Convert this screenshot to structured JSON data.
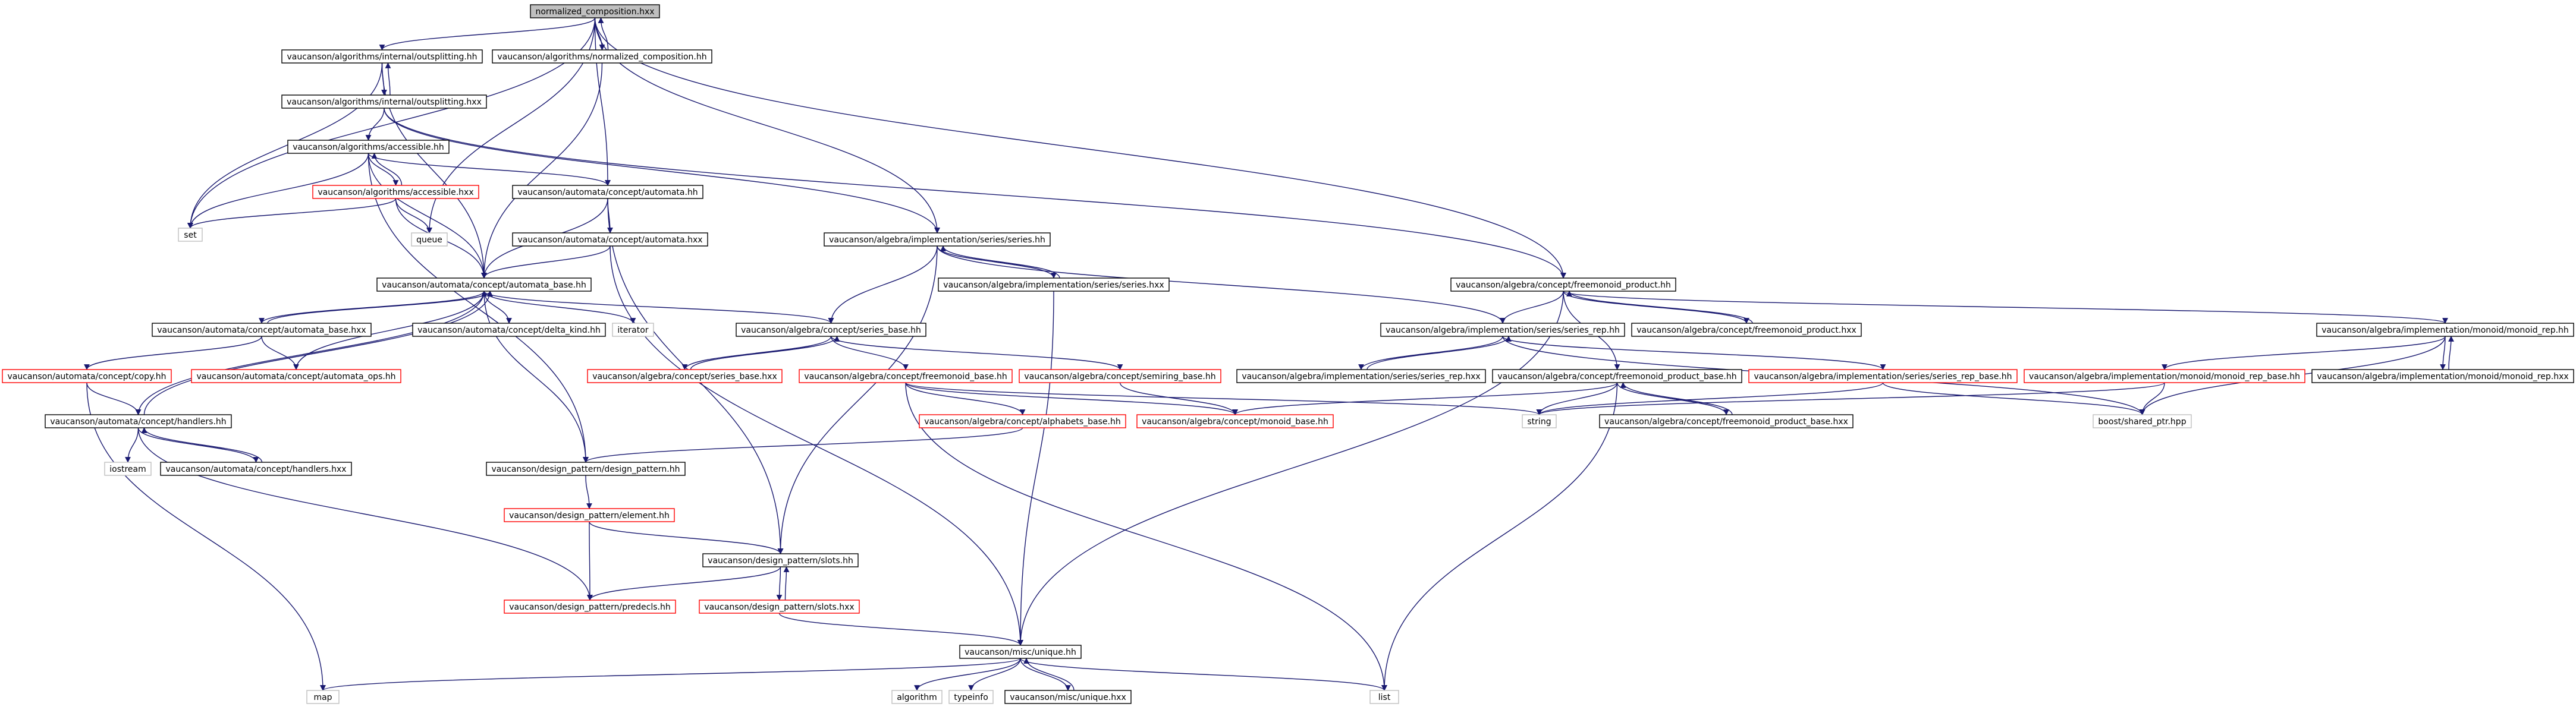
{
  "diagram": {
    "colors": {
      "edge": "#191970",
      "normal_border": "#000000",
      "truncated_border": "#ff0000",
      "system_border": "#bfbfbf",
      "root_fill": "#bfbfbf",
      "background": "#ffffff"
    },
    "nodes": [
      {
        "id": "root",
        "label": "normalized_composition.hxx",
        "kind": "root"
      },
      {
        "id": "outsplit_hh",
        "label": "vaucanson/algorithms/internal/outsplitting.hh",
        "kind": "normal"
      },
      {
        "id": "normcomp_hh",
        "label": "vaucanson/algorithms/normalized_composition.hh",
        "kind": "normal"
      },
      {
        "id": "outsplit_hxx",
        "label": "vaucanson/algorithms/internal/outsplitting.hxx",
        "kind": "normal"
      },
      {
        "id": "accessible_hh",
        "label": "vaucanson/algorithms/accessible.hh",
        "kind": "normal"
      },
      {
        "id": "accessible_hxx",
        "label": "vaucanson/algorithms/accessible.hxx",
        "kind": "truncated"
      },
      {
        "id": "set",
        "label": "set",
        "kind": "system"
      },
      {
        "id": "queue",
        "label": "queue",
        "kind": "system"
      },
      {
        "id": "automata_hh",
        "label": "vaucanson/automata/concept/automata.hh",
        "kind": "normal"
      },
      {
        "id": "automata_hxx",
        "label": "vaucanson/automata/concept/automata.hxx",
        "kind": "normal"
      },
      {
        "id": "automata_base_hh",
        "label": "vaucanson/automata/concept/automata_base.hh",
        "kind": "normal"
      },
      {
        "id": "automata_base_hxx",
        "label": "vaucanson/automata/concept/automata_base.hxx",
        "kind": "normal"
      },
      {
        "id": "delta_kind",
        "label": "vaucanson/automata/concept/delta_kind.hh",
        "kind": "normal"
      },
      {
        "id": "iterator",
        "label": "iterator",
        "kind": "system"
      },
      {
        "id": "copy_hh",
        "label": "vaucanson/automata/concept/copy.hh",
        "kind": "truncated"
      },
      {
        "id": "automata_ops_hh",
        "label": "vaucanson/automata/concept/automata_ops.hh",
        "kind": "truncated"
      },
      {
        "id": "handlers_hh",
        "label": "vaucanson/automata/concept/handlers.hh",
        "kind": "normal"
      },
      {
        "id": "handlers_hxx",
        "label": "vaucanson/automata/concept/handlers.hxx",
        "kind": "normal"
      },
      {
        "id": "iostream",
        "label": "iostream",
        "kind": "system"
      },
      {
        "id": "series_hh",
        "label": "vaucanson/algebra/implementation/series/series.hh",
        "kind": "normal"
      },
      {
        "id": "series_hxx",
        "label": "vaucanson/algebra/implementation/series/series.hxx",
        "kind": "normal"
      },
      {
        "id": "series_base_hh",
        "label": "vaucanson/algebra/concept/series_base.hh",
        "kind": "normal"
      },
      {
        "id": "series_base_hxx",
        "label": "vaucanson/algebra/concept/series_base.hxx",
        "kind": "truncated"
      },
      {
        "id": "freemonoid_base_hh",
        "label": "vaucanson/algebra/concept/freemonoid_base.hh",
        "kind": "truncated"
      },
      {
        "id": "semiring_base_hh",
        "label": "vaucanson/algebra/concept/semiring_base.hh",
        "kind": "truncated"
      },
      {
        "id": "alphabets_base_hh",
        "label": "vaucanson/algebra/concept/alphabets_base.hh",
        "kind": "truncated"
      },
      {
        "id": "monoid_base_hh",
        "label": "vaucanson/algebra/concept/monoid_base.hh",
        "kind": "truncated"
      },
      {
        "id": "design_pattern_hh",
        "label": "vaucanson/design_pattern/design_pattern.hh",
        "kind": "normal"
      },
      {
        "id": "element_hh",
        "label": "vaucanson/design_pattern/element.hh",
        "kind": "truncated"
      },
      {
        "id": "slots_hh",
        "label": "vaucanson/design_pattern/slots.hh",
        "kind": "normal"
      },
      {
        "id": "slots_hxx",
        "label": "vaucanson/design_pattern/slots.hxx",
        "kind": "truncated"
      },
      {
        "id": "predecls_hh",
        "label": "vaucanson/design_pattern/predecls.hh",
        "kind": "truncated"
      },
      {
        "id": "unique_hh",
        "label": "vaucanson/misc/unique.hh",
        "kind": "normal"
      },
      {
        "id": "unique_hxx",
        "label": "vaucanson/misc/unique.hxx",
        "kind": "normal"
      },
      {
        "id": "algorithm",
        "label": "algorithm",
        "kind": "system"
      },
      {
        "id": "typeinfo",
        "label": "typeinfo",
        "kind": "system"
      },
      {
        "id": "map",
        "label": "map",
        "kind": "system"
      },
      {
        "id": "list",
        "label": "list",
        "kind": "system"
      },
      {
        "id": "freemonoid_product_hh",
        "label": "vaucanson/algebra/concept/freemonoid_product.hh",
        "kind": "normal"
      },
      {
        "id": "freemonoid_product_hxx",
        "label": "vaucanson/algebra/concept/freemonoid_product.hxx",
        "kind": "normal"
      },
      {
        "id": "series_rep_hh",
        "label": "vaucanson/algebra/implementation/series/series_rep.hh",
        "kind": "normal"
      },
      {
        "id": "series_rep_hxx",
        "label": "vaucanson/algebra/implementation/series/series_rep.hxx",
        "kind": "normal"
      },
      {
        "id": "series_rep_base_hh",
        "label": "vaucanson/algebra/implementation/series/series_rep_base.hh",
        "kind": "truncated"
      },
      {
        "id": "fmp_base_hh",
        "label": "vaucanson/algebra/concept/freemonoid_product_base.hh",
        "kind": "normal"
      },
      {
        "id": "fmp_base_hxx",
        "label": "vaucanson/algebra/concept/freemonoid_product_base.hxx",
        "kind": "normal"
      },
      {
        "id": "string",
        "label": "string",
        "kind": "system"
      },
      {
        "id": "monoid_rep_hh",
        "label": "vaucanson/algebra/implementation/monoid/monoid_rep.hh",
        "kind": "normal"
      },
      {
        "id": "monoid_rep_hxx",
        "label": "vaucanson/algebra/implementation/monoid/monoid_rep.hxx",
        "kind": "normal"
      },
      {
        "id": "monoid_rep_base_hh",
        "label": "vaucanson/algebra/implementation/monoid/monoid_rep_base.hh",
        "kind": "truncated"
      },
      {
        "id": "shared_ptr",
        "label": "boost/shared_ptr.hpp",
        "kind": "system"
      }
    ],
    "edges": [
      [
        "root",
        "outsplit_hh"
      ],
      [
        "root",
        "normcomp_hh"
      ],
      [
        "root",
        "set"
      ],
      [
        "root",
        "queue"
      ],
      [
        "root",
        "automata_hh"
      ],
      [
        "root",
        "series_hh"
      ],
      [
        "root",
        "freemonoid_product_hh"
      ],
      [
        "normcomp_hh",
        "root"
      ],
      [
        "normcomp_hh",
        "automata_base_hh"
      ],
      [
        "outsplit_hh",
        "outsplit_hxx"
      ],
      [
        "outsplit_hxx",
        "outsplit_hh"
      ],
      [
        "outsplit_hh",
        "set"
      ],
      [
        "outsplit_hh",
        "automata_base_hh"
      ],
      [
        "outsplit_hxx",
        "accessible_hh"
      ],
      [
        "outsplit_hxx",
        "series_hh"
      ],
      [
        "outsplit_hxx",
        "freemonoid_product_hh"
      ],
      [
        "accessible_hh",
        "accessible_hxx"
      ],
      [
        "accessible_hxx",
        "accessible_hh"
      ],
      [
        "accessible_hh",
        "set"
      ],
      [
        "accessible_hh",
        "automata_hh"
      ],
      [
        "accessible_hh",
        "automata_base_hh"
      ],
      [
        "accessible_hh",
        "design_pattern_hh"
      ],
      [
        "accessible_hxx",
        "set"
      ],
      [
        "accessible_hxx",
        "queue"
      ],
      [
        "accessible_hxx",
        "automata_base_hh"
      ],
      [
        "automata_hh",
        "automata_hxx"
      ],
      [
        "automata_hh",
        "automata_base_hh"
      ],
      [
        "automata_hh",
        "slots_hh"
      ],
      [
        "automata_hxx",
        "automata_base_hh"
      ],
      [
        "automata_hxx",
        "unique_hh"
      ],
      [
        "automata_base_hh",
        "automata_base_hxx"
      ],
      [
        "automata_base_hxx",
        "automata_base_hh"
      ],
      [
        "automata_base_hh",
        "delta_kind"
      ],
      [
        "automata_base_hh",
        "iterator"
      ],
      [
        "automata_base_hh",
        "series_base_hh"
      ],
      [
        "automata_base_hh",
        "handlers_hh"
      ],
      [
        "automata_base_hh",
        "design_pattern_hh"
      ],
      [
        "automata_base_hxx",
        "copy_hh"
      ],
      [
        "automata_base_hxx",
        "automata_ops_hh"
      ],
      [
        "automata_ops_hh",
        "automata_base_hh"
      ],
      [
        "copy_hh",
        "handlers_hh"
      ],
      [
        "copy_hh",
        "map"
      ],
      [
        "handlers_hh",
        "handlers_hxx"
      ],
      [
        "handlers_hxx",
        "handlers_hh"
      ],
      [
        "handlers_hh",
        "automata_base_hh"
      ],
      [
        "handlers_hh",
        "iostream"
      ],
      [
        "handlers_hh",
        "predecls_hh"
      ],
      [
        "series_hh",
        "series_hxx"
      ],
      [
        "series_hxx",
        "series_hh"
      ],
      [
        "series_hh",
        "series_base_hh"
      ],
      [
        "series_hh",
        "series_rep_hh"
      ],
      [
        "series_hh",
        "slots_hh"
      ],
      [
        "series_hxx",
        "unique_hh"
      ],
      [
        "series_base_hh",
        "series_base_hxx"
      ],
      [
        "series_base_hxx",
        "series_base_hh"
      ],
      [
        "series_base_hh",
        "freemonoid_base_hh"
      ],
      [
        "series_base_hh",
        "semiring_base_hh"
      ],
      [
        "freemonoid_base_hh",
        "alphabets_base_hh"
      ],
      [
        "freemonoid_base_hh",
        "monoid_base_hh"
      ],
      [
        "freemonoid_base_hh",
        "string"
      ],
      [
        "freemonoid_base_hh",
        "list"
      ],
      [
        "semiring_base_hh",
        "monoid_base_hh"
      ],
      [
        "alphabets_base_hh",
        "design_pattern_hh"
      ],
      [
        "design_pattern_hh",
        "element_hh"
      ],
      [
        "element_hh",
        "slots_hh"
      ],
      [
        "element_hh",
        "predecls_hh"
      ],
      [
        "slots_hh",
        "slots_hxx"
      ],
      [
        "slots_hxx",
        "slots_hh"
      ],
      [
        "slots_hh",
        "predecls_hh"
      ],
      [
        "slots_hxx",
        "unique_hh"
      ],
      [
        "unique_hh",
        "unique_hxx"
      ],
      [
        "unique_hxx",
        "unique_hh"
      ],
      [
        "unique_hh",
        "algorithm"
      ],
      [
        "unique_hh",
        "typeinfo"
      ],
      [
        "unique_hh",
        "map"
      ],
      [
        "unique_hh",
        "list"
      ],
      [
        "freemonoid_product_hh",
        "freemonoid_product_hxx"
      ],
      [
        "freemonoid_product_hxx",
        "freemonoid_product_hh"
      ],
      [
        "freemonoid_product_hh",
        "series_rep_hh"
      ],
      [
        "freemonoid_product_hh",
        "fmp_base_hh"
      ],
      [
        "freemonoid_product_hh",
        "monoid_rep_hh"
      ],
      [
        "freemonoid_product_hh",
        "unique_hh"
      ],
      [
        "series_rep_hh",
        "series_rep_hxx"
      ],
      [
        "series_rep_hxx",
        "series_rep_hh"
      ],
      [
        "series_rep_hh",
        "series_rep_base_hh"
      ],
      [
        "series_rep_hh",
        "shared_ptr"
      ],
      [
        "series_rep_base_hh",
        "string"
      ],
      [
        "series_rep_base_hh",
        "shared_ptr"
      ],
      [
        "fmp_base_hh",
        "fmp_base_hxx"
      ],
      [
        "fmp_base_hxx",
        "fmp_base_hh"
      ],
      [
        "fmp_base_hh",
        "monoid_base_hh"
      ],
      [
        "fmp_base_hh",
        "string"
      ],
      [
        "fmp_base_hh",
        "list"
      ],
      [
        "monoid_rep_hh",
        "monoid_rep_hxx"
      ],
      [
        "monoid_rep_hxx",
        "monoid_rep_hh"
      ],
      [
        "monoid_rep_hh",
        "monoid_rep_base_hh"
      ],
      [
        "monoid_rep_hh",
        "shared_ptr"
      ],
      [
        "monoid_rep_base_hh",
        "string"
      ],
      [
        "monoid_rep_base_hh",
        "shared_ptr"
      ]
    ]
  }
}
